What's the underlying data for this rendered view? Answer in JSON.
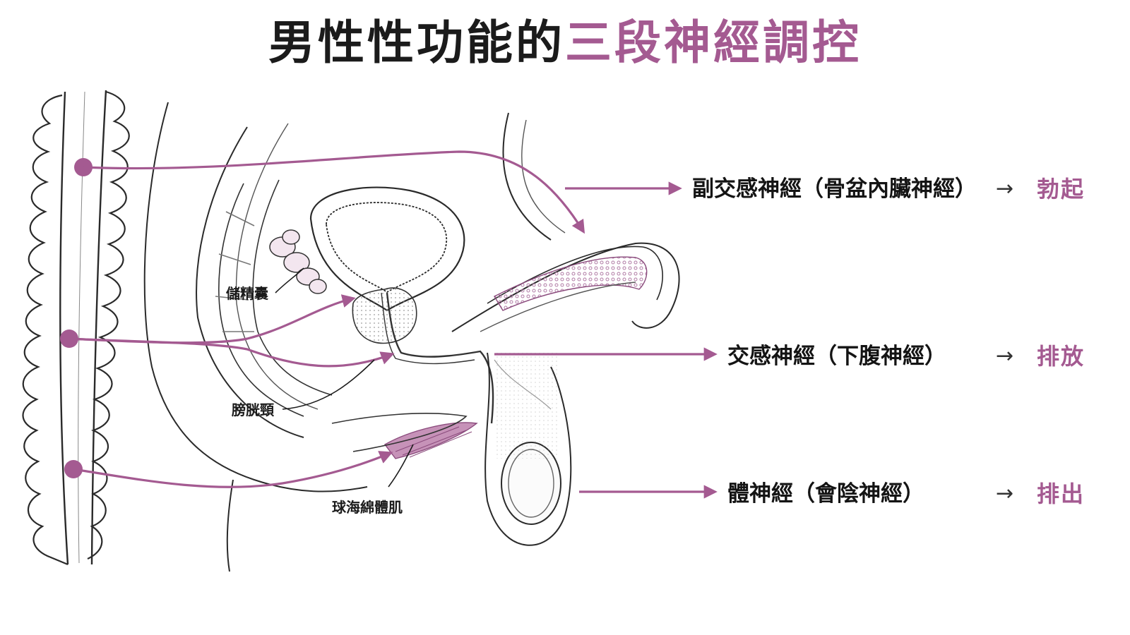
{
  "title": {
    "dark": "男性性功能的",
    "accent": "三段神經調控"
  },
  "nerves": [
    {
      "name": "副交感神經",
      "paren": "（骨盆內臟神經）",
      "arrow": "→",
      "result": "勃起"
    },
    {
      "name": "交感神經",
      "paren": "（下腹神經）",
      "arrow": "→",
      "result": "排放"
    },
    {
      "name": "體神經",
      "paren": "（會陰神經）",
      "arrow": "→",
      "result": "排出"
    }
  ],
  "anatomy": {
    "seminal_vesicle": "儲精囊",
    "bladder_neck": "膀胱頸",
    "bulbospongiosus": "球海綿體肌"
  },
  "colors": {
    "accent": "#a45a91",
    "text": "#1b1b1b",
    "line": "#2a2a2a"
  }
}
